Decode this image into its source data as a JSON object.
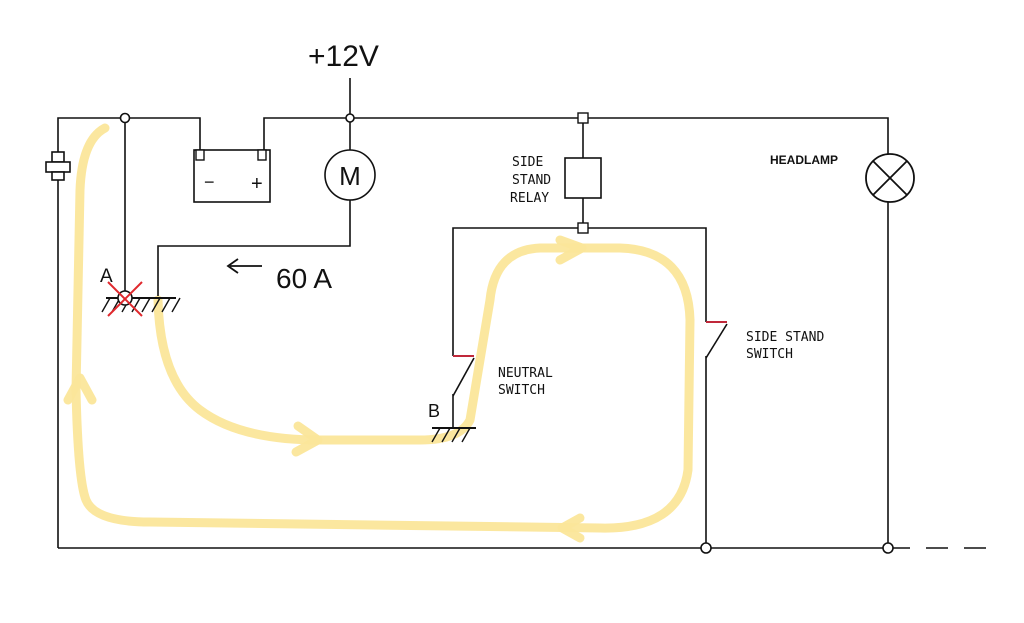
{
  "diagram": {
    "supply_label": "+12V",
    "motor_label": "M",
    "battery": {
      "minus": "−",
      "plus": "+"
    },
    "current_label": "60 A",
    "node_a_label": "A",
    "node_b_label": "B",
    "relay_label": [
      "SIDE",
      "STAND",
      "RELAY"
    ],
    "headlamp_label": "HEADLAMP",
    "neutral_switch_label": [
      "NEUTRAL",
      "SWITCH"
    ],
    "side_stand_switch_label": [
      "SIDE STAND",
      "SWITCH"
    ],
    "colors": {
      "wire": "#111111",
      "current_path": "#fbe69a",
      "fault_mark": "#e0282d",
      "switch_contact": "#c0283a"
    }
  }
}
